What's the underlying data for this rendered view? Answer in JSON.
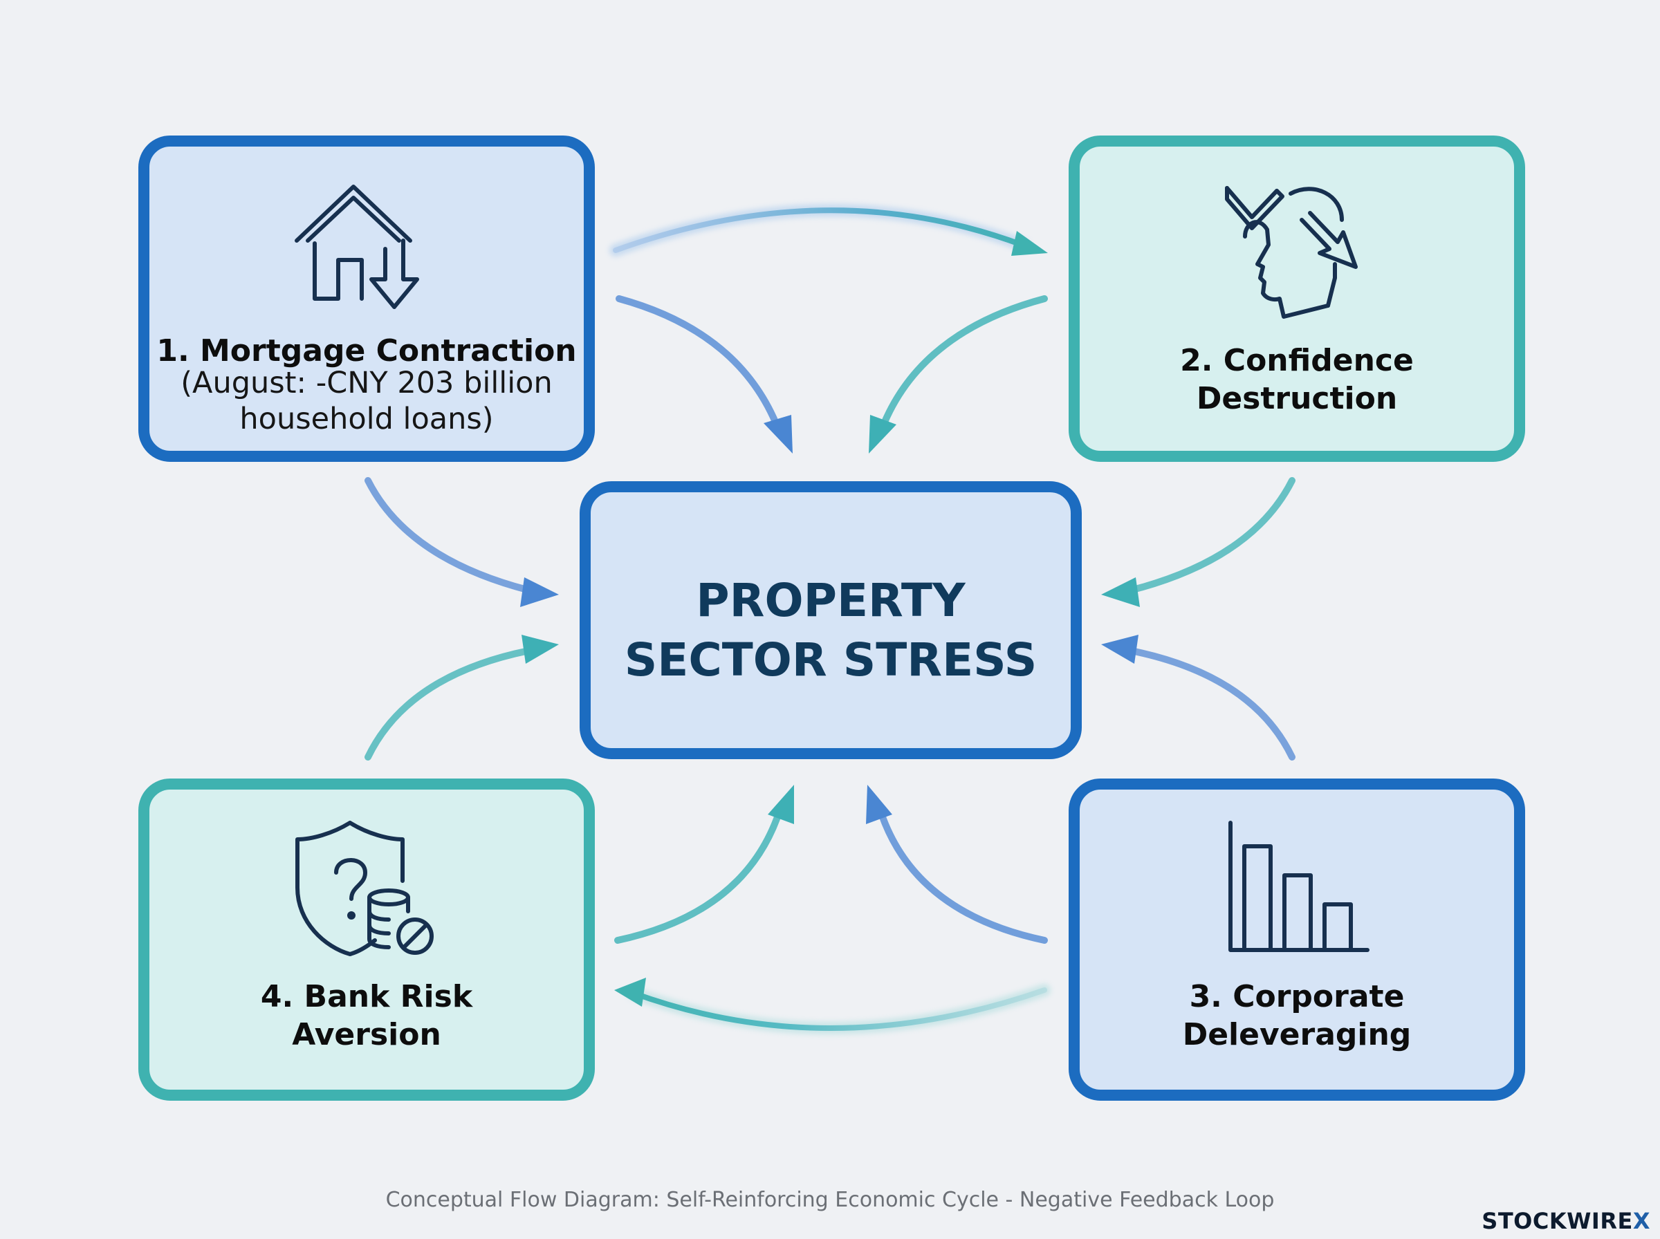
{
  "center": {
    "title": "PROPERTY\nSECTOR STRESS"
  },
  "nodes": [
    {
      "title": "1. Mortgage Contraction",
      "subtitle": "(August: -CNY 203 billion\nhousehold loans)",
      "icon": "house-down-arrow-icon"
    },
    {
      "title": "2. Confidence\nDestruction",
      "icon": "head-down-arrow-icon"
    },
    {
      "title": "3. Corporate\nDeleveraging",
      "icon": "declining-bar-chart-icon"
    },
    {
      "title": "4. Bank Risk\nAversion",
      "icon": "shield-question-coins-icon"
    }
  ],
  "caption": "Conceptual Flow Diagram: Self-Reinforcing Economic Cycle - Negative Feedback Loop",
  "brand": {
    "name": "STOCKWIRE",
    "mark": "X"
  },
  "colors": {
    "blue": "#1c6cc0",
    "teal": "#3fb2b0",
    "blue_fill": "#d6e4f6",
    "teal_fill": "#d7f0ef",
    "center_text": "#103a5c",
    "background": "#eff1f4"
  }
}
